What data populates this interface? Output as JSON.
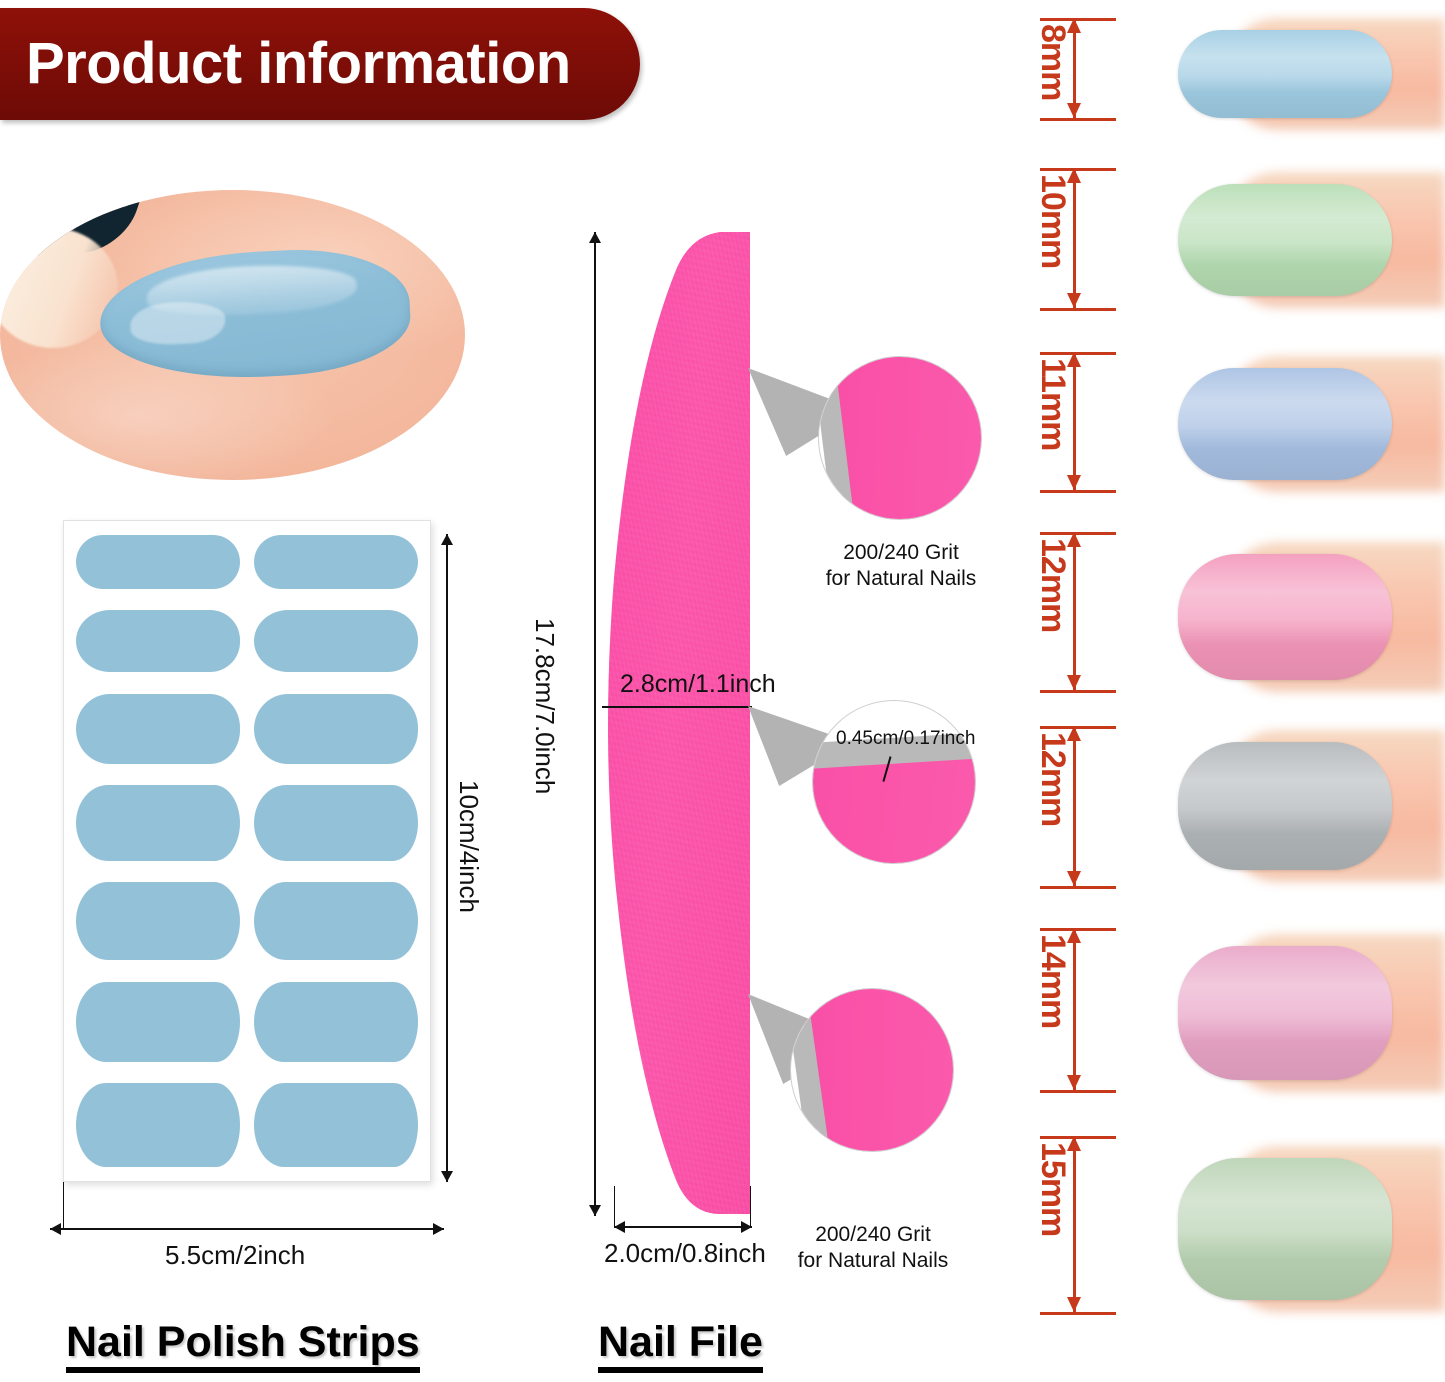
{
  "header": {
    "title": "Product information"
  },
  "sections": [
    {
      "id": "nail-polish-strips",
      "title": "Nail Polish Strips"
    },
    {
      "id": "nail-file",
      "title": "Nail File"
    }
  ],
  "polish_strips": {
    "height_label": "10cm/4inch",
    "width_label": "5.5cm/2inch",
    "strip_color": "#93c2d8",
    "rows": 7,
    "columns": 2,
    "total_strips": 14
  },
  "nail_file": {
    "color": "#fb51a8",
    "height_label": "17.8cm/7.0inch",
    "width_label": "2.0cm/0.8inch",
    "mid_width_label": "2.8cm/1.1inch",
    "thickness_label": "0.45cm/0.17inch",
    "callouts": [
      {
        "position": "top",
        "line1": "200/240 Grit",
        "line2": "for Natural Nails"
      },
      {
        "position": "bottom",
        "line1": "200/240 Grit",
        "line2": "for Natural Nails"
      }
    ]
  },
  "size_chart": {
    "items": [
      {
        "size": "8mm",
        "color": "#9ecbe2"
      },
      {
        "size": "10mm",
        "color": "#b5dcb2"
      },
      {
        "size": "11mm",
        "color": "#a6bfe2"
      },
      {
        "size": "12mm",
        "color": "#f396b9"
      },
      {
        "size": "12mm",
        "color": "#b0b5b8"
      },
      {
        "size": "14mm",
        "color": "#e8a3c5"
      },
      {
        "size": "15mm",
        "color": "#b8d2b2"
      }
    ],
    "accent_color": "#c7391b"
  }
}
